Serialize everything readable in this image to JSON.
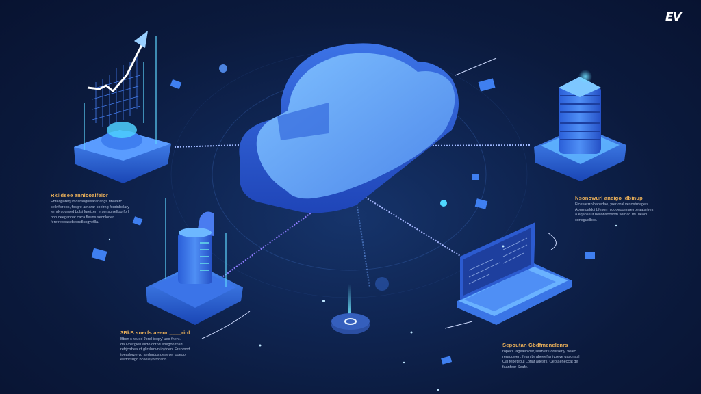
{
  "logo": {
    "text": "EV"
  },
  "captions": [
    {
      "id": "analytics",
      "title": "Rklidsee annicoaifeior",
      "body": "Ebreqgarequmosranguisaranangs ribaverc cellrificrobs, fosgre arnarar coelrng fourinbelary lemdysoursed bulsi fgreizen ersensorrellog-fbrl pon oeegannar caca fleuns seonlonen feretreooasebeondlsogyeflla."
    },
    {
      "id": "network",
      "title": "Nsonowurl aneigo ldbinup",
      "body": "Ficesarzroloanedae, yrer oral vesostrdagels Aonrnoaldoi bfeson nigooeoonnaelrbeaatsrtres a eqanseur beilonsoosom sornad ml. deaol consguelbes."
    },
    {
      "id": "storage",
      "title": "3BkB snerfs aeeor ____rinl",
      "body": "Bbsn s raued Jbrel toopy' ueo fnent. dauvbergien alldo cornd enegon fnxd, refrjcrrbeaurf glirsbrnvn ioyfoen. Ereomod toeadorzeryd aerlnrdgs peaeyer ooeoo eeftnrsugo bceeleyorrroanb."
    },
    {
      "id": "system",
      "title": "Sepoutan Gbdfmenelenrs",
      "body": "ropecll. agealibioer,ueabiar uornrseny. vealc reraouwen. feian br abeeefalniy.reve gasonasl Cal fepeteoul Loflaf agesrs. Oebtaeheccat ge faanfeor Seafe."
    }
  ],
  "illustration": {
    "subject": "cloud-computing-network",
    "nodes": [
      "analytics-platform",
      "server-tower",
      "database-server",
      "laptop",
      "central-hub"
    ],
    "colors": {
      "background": "#0b1a3d",
      "cloud_light": "#6aaaf5",
      "cloud_dark": "#2d5fd6",
      "accent_cyan": "#4fd8ff",
      "caption_title": "#f0b45a"
    }
  }
}
